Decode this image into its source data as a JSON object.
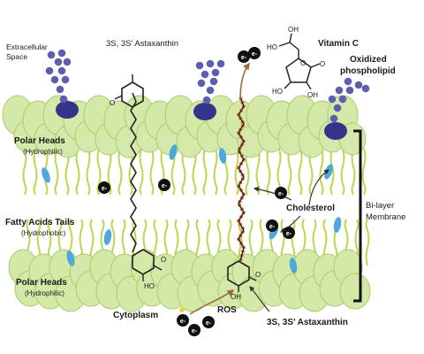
{
  "labels": {
    "extracellular_line1": "Extracellular",
    "extracellular_line2": "Space",
    "astaxanthin_top": "3S, 3S’ Astaxanthin",
    "astaxanthin_bottom": "3S, 3S’ Astaxanthin",
    "vitamin_c": "Vitamin C",
    "oxidized_line1": "Oxidized",
    "oxidized_line2": "phospholipid",
    "polar_heads_top": "Polar Heads",
    "hydrophilic_top": "(Hydrophilic)",
    "fatty_acids": "Fatty Acids Tails",
    "hydrophobic": "(Hydrophobic)",
    "polar_heads_bottom": "Polar Heads",
    "hydrophilic_bottom": "(Hydrophilic)",
    "cholesterol": "Cholesterol",
    "bilayer_line1": "Bi-layer",
    "bilayer_line2": "Membrane",
    "cytoplasm": "Cytoplasm",
    "ros": "ROS",
    "electron": "e-"
  },
  "vitamin_c_atoms": [
    "OH",
    "HO",
    "O",
    "O",
    "HO",
    "OH"
  ],
  "astaxanthin_atoms": [
    "HO",
    "O",
    "O",
    "OH"
  ],
  "colors": {
    "heads_fill": "#d4e8a8",
    "heads_stroke": "#a9cc6a",
    "tails": "#b8d84a",
    "cholesterol": "#4ea8dc",
    "sugar": "#5b5fb0",
    "sugar_base": "#34348a",
    "chain": "#222222",
    "ros_chain": "#e06a2a",
    "arrow": "#9a6a45",
    "electron": "#111111"
  }
}
